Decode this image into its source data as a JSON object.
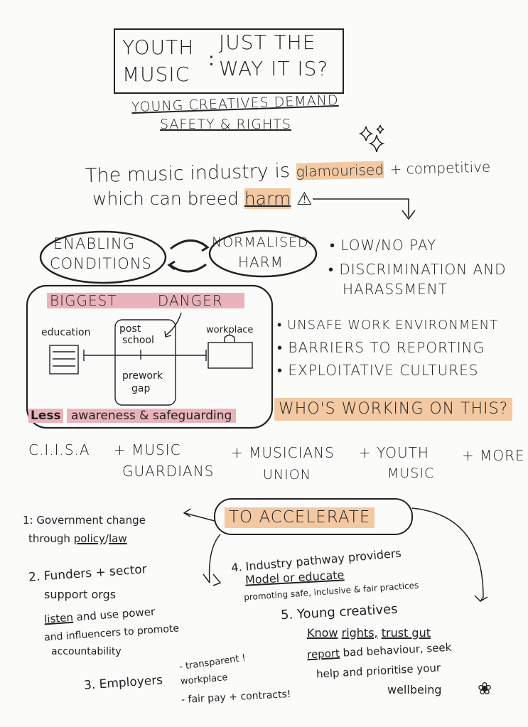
{
  "title": {
    "left_line1": "YOUTH",
    "left_line2": "MUSIC",
    "separator": ":",
    "right_line1": "JUST THE",
    "right_line2": "WAY IT IS?"
  },
  "subtitle": {
    "line1": "YOUNG CREATIVES DEMAND",
    "line2": "SAFETY & RIGHTS"
  },
  "intro": {
    "part1": "The music industry is",
    "highlight": "glamourised",
    "part2": "+ competitive",
    "line2": "which can breed",
    "harm": "harm",
    "warning_icon": "⚠"
  },
  "cycle": {
    "left": [
      "ENABLING",
      "CONDITIONS"
    ],
    "right": [
      "NORMALISED",
      "HARM"
    ]
  },
  "harms": [
    "• LOW/NO PAY",
    "• DISCRIMINATION AND",
    "HARASSMENT",
    "• UNSAFE WORK ENVIRONMENT",
    "• BARRIERS TO REPORTING",
    "• EXPLOITATIVE CULTURES"
  ],
  "danger": {
    "heading_left": "BIGGEST",
    "heading_right": "DANGER",
    "education": "education",
    "post_school": [
      "post",
      "school"
    ],
    "prework_gap": [
      "prework",
      "gap"
    ],
    "workplace": "workplace",
    "footer_less": "Less",
    "footer_rest": "awareness & safeguarding"
  },
  "who": {
    "question": "WHO'S WORKING ON THIS?",
    "orgs": [
      {
        "line1": "C.I.I.S.A",
        "line2": ""
      },
      {
        "line1": "+ MUSIC",
        "line2": "GUARDIANS"
      },
      {
        "line1": "+ MUSICIANS",
        "line2": "UNION"
      },
      {
        "line1": "+ YOUTH",
        "line2": "MUSIC"
      },
      {
        "line1": "+ MORE",
        "line2": ""
      }
    ]
  },
  "accelerate": {
    "label": "TO ACCELERATE",
    "item1": {
      "line1": "1: Government change",
      "line2_pre": "through",
      "policy": "policy",
      "slash": "/",
      "law": "law"
    },
    "item2": {
      "line1": "2. Funders + sector",
      "line2": "support orgs",
      "listen": "listen",
      "line3_rest": "and use power",
      "line4": "and influencers to promote",
      "line5": "accountability"
    },
    "item3": {
      "label": "3. Employers",
      "point1": "- transparent !",
      "point1b": "workplace",
      "point2": "- fair pay + contracts!"
    },
    "item4": {
      "line1": "4. Industry pathway providers",
      "line2": "Model or educate",
      "line3": "promoting safe, inclusive & fair practices"
    },
    "item5": {
      "line1": "5. Young creatives",
      "know": "Know",
      "rights": "rights,",
      "trust": "trust gut",
      "report": "report",
      "line3_rest": "bad behaviour, seek",
      "line4": "help and prioritise your",
      "line5": "wellbeing",
      "flower_icon": "❀"
    }
  }
}
